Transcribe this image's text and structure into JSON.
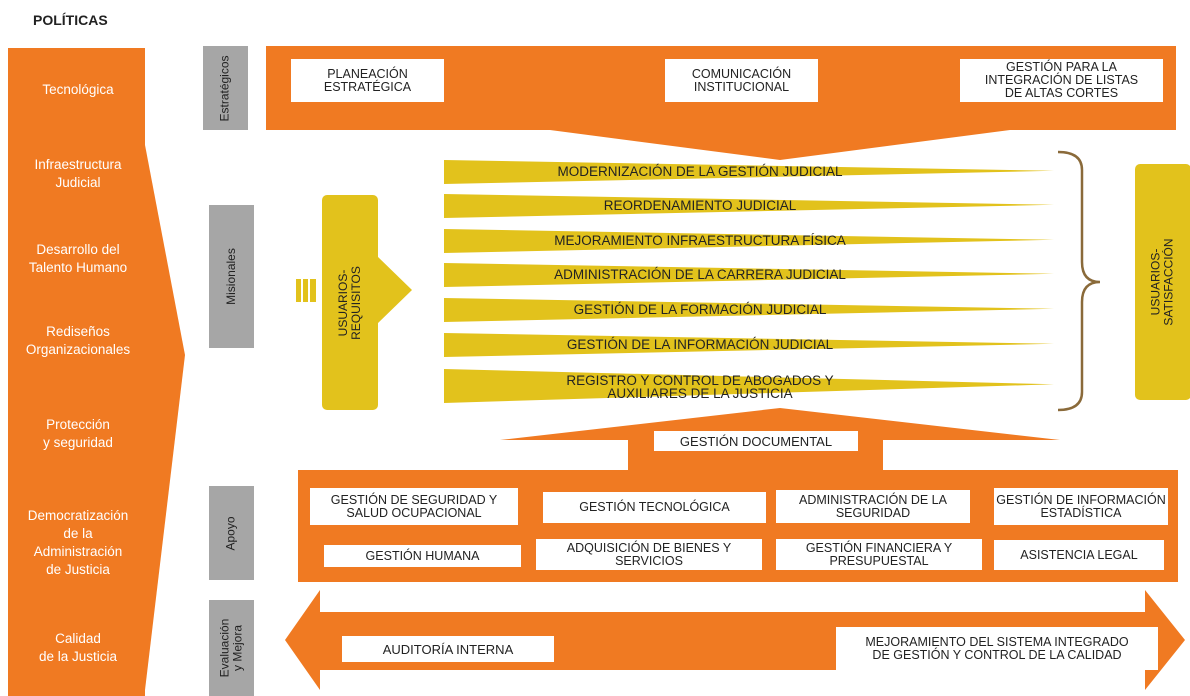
{
  "politicas": {
    "title": "POLÍTICAS",
    "items": [
      "Tecnológica",
      "Infraestructura\nJudicial",
      "Desarrollo del\nTalento Humano",
      "Rediseños\nOrganizacionales",
      "Protección\ny seguridad",
      "Democratización\nde la\nAdministración\nde Justicia",
      "Calidad\nde la  Justicia"
    ]
  },
  "estrategicos": {
    "label": "Estratégicos",
    "boxes": [
      "PLANEACIÓN\nESTRATÉGICA",
      "COMUNICACIÓN\nINSTITUCIONAL",
      "GESTIÓN PARA LA\nINTEGRACIÓN DE LISTAS\nDE ALTAS CORTES"
    ]
  },
  "misionales": {
    "label": "Misionales",
    "input_label": "USUARIOS- REQUISITOS",
    "output_label": "USUARIOS- SATISFACCIÓN",
    "processes": [
      "MODERNIZACIÓN DE LA GESTIÓN JUDICIAL",
      "REORDENAMIENTO JUDICIAL",
      "MEJORAMIENTO INFRAESTRUCTURA FÍSICA",
      "ADMINISTRACIÓN DE LA CARRERA JUDICIAL",
      "GESTIÓN DE LA FORMACIÓN JUDICIAL",
      "GESTIÓN DE LA INFORMACIÓN JUDICIAL",
      "REGISTRO Y CONTROL DE ABOGADOS Y\nAUXILIARES DE LA JUSTICIA"
    ]
  },
  "gestion_documental": "GESTIÓN DOCUMENTAL",
  "apoyo": {
    "label": "Apoyo",
    "boxes": [
      "GESTIÓN DE SEGURIDAD Y\nSALUD OCUPACIONAL",
      "GESTIÓN TECNOLÓGICA",
      "ADMINISTRACIÓN DE LA\nSEGURIDAD",
      "GESTIÓN DE INFORMACIÓN\nESTADÍSTICA",
      "GESTIÓN HUMANA",
      "ADQUISICIÓN DE BIENES Y\nSERVICIOS",
      "GESTIÓN FINANCIERA Y\nPRESUPUESTAL",
      "ASISTENCIA LEGAL"
    ]
  },
  "evaluacion": {
    "label": "Evaluación\ny Mejora",
    "boxes": [
      "AUDITORÍA INTERNA",
      "MEJORAMIENTO DEL SISTEMA INTEGRADO\nDE GESTIÓN Y CONTROL DE LA CALIDAD"
    ]
  },
  "colors": {
    "orange": "#f07a22",
    "gold": "#e2c21c",
    "gray": "#a6a6a6",
    "bracket": "#8a6a3a"
  }
}
